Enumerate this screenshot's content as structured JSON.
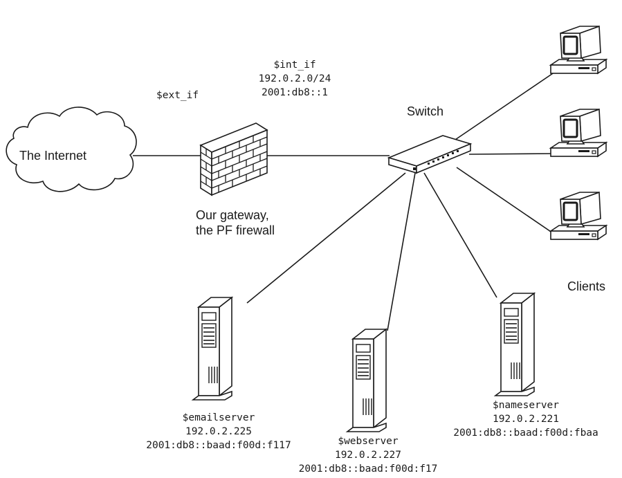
{
  "internet": {
    "label": "The Internet"
  },
  "gateway": {
    "ext_if": "$ext_if",
    "int_if": [
      "$int_if",
      "192.0.2.0/24",
      "2001:db8::1"
    ],
    "caption": [
      "Our gateway,",
      "the PF firewall"
    ]
  },
  "switch": {
    "label": "Switch"
  },
  "clients": {
    "label": "Clients"
  },
  "servers": {
    "email": [
      "$emailserver",
      "192.0.2.225",
      "2001:db8::baad:f00d:f117"
    ],
    "web": [
      "$webserver",
      "192.0.2.227",
      "2001:db8::baad:f00d:f17"
    ],
    "name": [
      "$nameserver",
      "192.0.2.221",
      "2001:db8::baad:f00d:fbaa"
    ]
  },
  "colors": {
    "line": "#1a1a1a",
    "fill": "#ffffff"
  }
}
